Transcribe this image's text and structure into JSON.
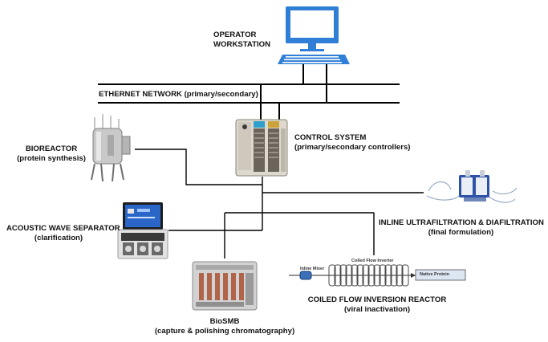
{
  "nodes": {
    "workstation": {
      "line1": "OPERATOR",
      "line2": "WORKSTATION",
      "icon": "computer-monitor-icon"
    },
    "network": {
      "label": "ETHERNET NETWORK (primary/secondary)"
    },
    "control": {
      "line1": "CONTROL SYSTEM",
      "line2": "(primary/secondary controllers)",
      "icon": "control-cabinet-icon"
    },
    "bioreactor": {
      "line1": "BIOREACTOR",
      "line2": "(protein synthesis)",
      "icon": "bioreactor-icon"
    },
    "acoustic": {
      "line1": "ACOUSTIC WAVE SEPARATOR",
      "line2": "(clarification)",
      "icon": "acoustic-separator-icon"
    },
    "ultrafiltration": {
      "line1": "INLINE ULTRAFILTRATION & DIAFILTRATION",
      "line2": "(final formulation)",
      "icon": "filtration-unit-icon"
    },
    "coiled": {
      "line1": "COILED FLOW INVERSION REACTOR",
      "line2": "(viral inactivation)",
      "icon": "coiled-reactor-icon",
      "inline_mixer": "Inline Mixer",
      "inverter": "Coiled Flow Inverter",
      "native": "Native Protein"
    },
    "biosmb": {
      "line1": "BioSMB",
      "line2": "(capture & polishing chromatography)",
      "icon": "chromatography-icon"
    }
  },
  "colors": {
    "line": "#000000",
    "monitor": "#2f7fd6"
  }
}
